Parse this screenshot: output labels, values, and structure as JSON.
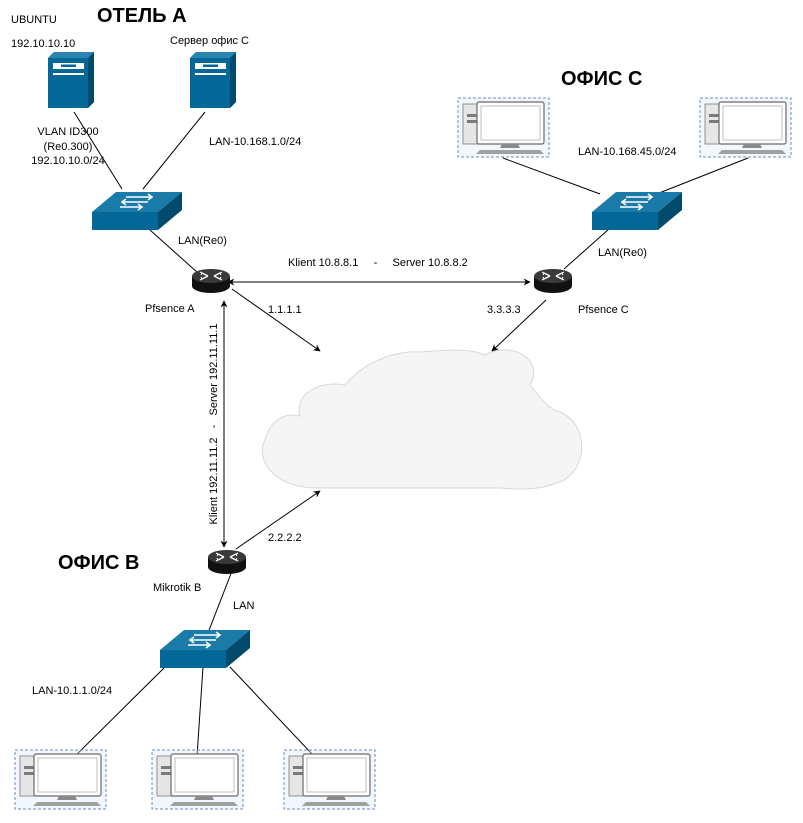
{
  "headings": {
    "hotel_a": "ОТЕЛЬ А",
    "office_c": "ОФИС С",
    "office_b": "ОФИС В"
  },
  "hotel_a": {
    "ubuntu_name": "UBUNTU",
    "ubuntu_ip": "192.10.10.10",
    "server_label": "Сервер офис С",
    "vlan_line1": "VLAN ID300",
    "vlan_line2": "(Re0.300)",
    "vlan_line3": "192.10.10.0/24",
    "lan_label": "LAN-10.168.1.0/24",
    "switch_lan": "LAN(Re0)",
    "router_name": "Pfsence A",
    "wan_ip": "1.1.1.1"
  },
  "office_c": {
    "lan_label": "LAN-10.168.45.0/24",
    "switch_lan": "LAN(Re0)",
    "router_name": "Pfsence C",
    "wan_ip": "3.3.3.3"
  },
  "office_b": {
    "router_name": "Mikrotik B",
    "wan_ip": "2.2.2.2",
    "switch_lan": "LAN",
    "lan_label": "LAN-10.1.1.0/24"
  },
  "tunnels": {
    "a_c": "Klient 10.8.8.1     -     Server 10.8.8.2",
    "a_b": "Klient 192.11.11.2   -   Server 192.11.11.1"
  },
  "colors": {
    "device_blue": "#036897",
    "router_dark": "#232323",
    "pc_border": "#6c8ebf",
    "cloud_fill": "#f5f5f5"
  }
}
